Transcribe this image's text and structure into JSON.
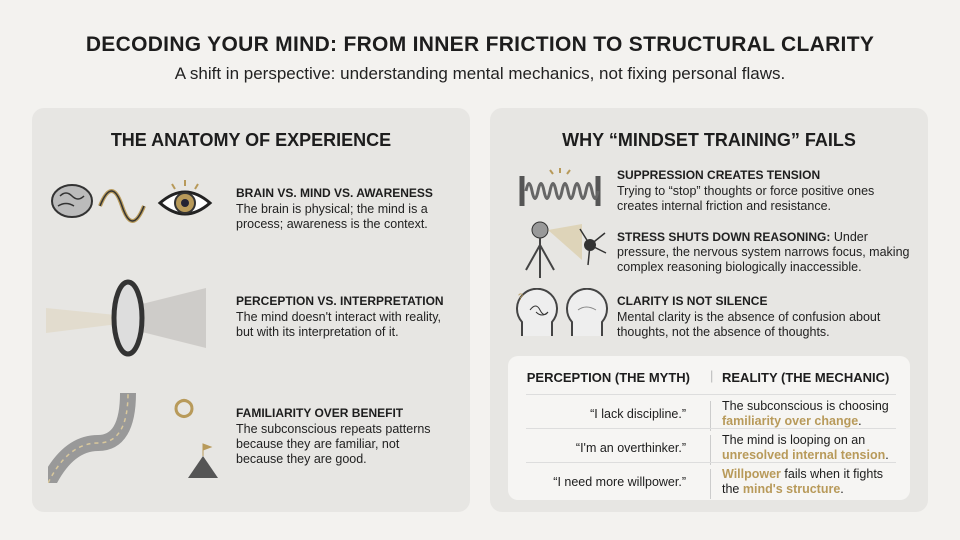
{
  "header": {
    "title": "DECODING YOUR MIND: FROM INNER FRICTION TO STRUCTURAL CLARITY",
    "subtitle": "A shift in perspective: understanding mental mechanics, not fixing personal flaws."
  },
  "left": {
    "title": "THE ANATOMY OF EXPERIENCE",
    "items": [
      {
        "heading": "BRAIN VS. MIND VS. AWARENESS",
        "body": "The brain is physical; the mind is a process; awareness is the context.",
        "icon": "brain-wave-eye-icon"
      },
      {
        "heading": "PERCEPTION VS. INTERPRETATION",
        "body": "The mind doesn't interact with reality, but with its interpretation of it.",
        "icon": "lens-icon"
      },
      {
        "heading": "FAMILIARITY OVER BENEFIT",
        "body": "The subconscious repeats patterns because they are familiar, not because they are good.",
        "icon": "path-loop-icon"
      }
    ]
  },
  "right": {
    "title": "WHY “MINDSET TRAINING” FAILS",
    "items": [
      {
        "heading": "SUPPRESSION CREATES TENSION",
        "body": "Trying to “stop” thoughts or force positive ones creates internal friction and resistance.",
        "icon": "spring-icon"
      },
      {
        "heading": "STRESS SHUTS DOWN REASONING:",
        "body": "Under pressure, the nervous system narrows focus, making complex reasoning biologically inaccessible.",
        "icon": "nervous-system-icon"
      },
      {
        "heading": "CLARITY IS NOT SILENCE",
        "body": "Mental clarity is the absence of confusion about thoughts, not the absence of thoughts.",
        "icon": "head-clarity-icon"
      }
    ],
    "table": {
      "col1": "PERCEPTION (THE MYTH)",
      "col2": "REALITY (THE MECHANIC)",
      "rows": [
        {
          "myth": "“I lack discipline.”",
          "r1": "The subconscious is choosing ",
          "r2": "familiarity over change",
          "r3": "."
        },
        {
          "myth": "“I'm an overthinker.”",
          "r1": "The mind is looping on an ",
          "r2": "unresolved internal tension",
          "r3": "."
        },
        {
          "myth": "“I need more willpower.”",
          "g0": "Willpower",
          "r1": " fails when it fights the ",
          "r2": "mind's structure",
          "r3": "."
        }
      ]
    }
  },
  "colors": {
    "accent": "#b89a5a",
    "panel": "#e7e6e3",
    "background": "#f3f2ef"
  }
}
